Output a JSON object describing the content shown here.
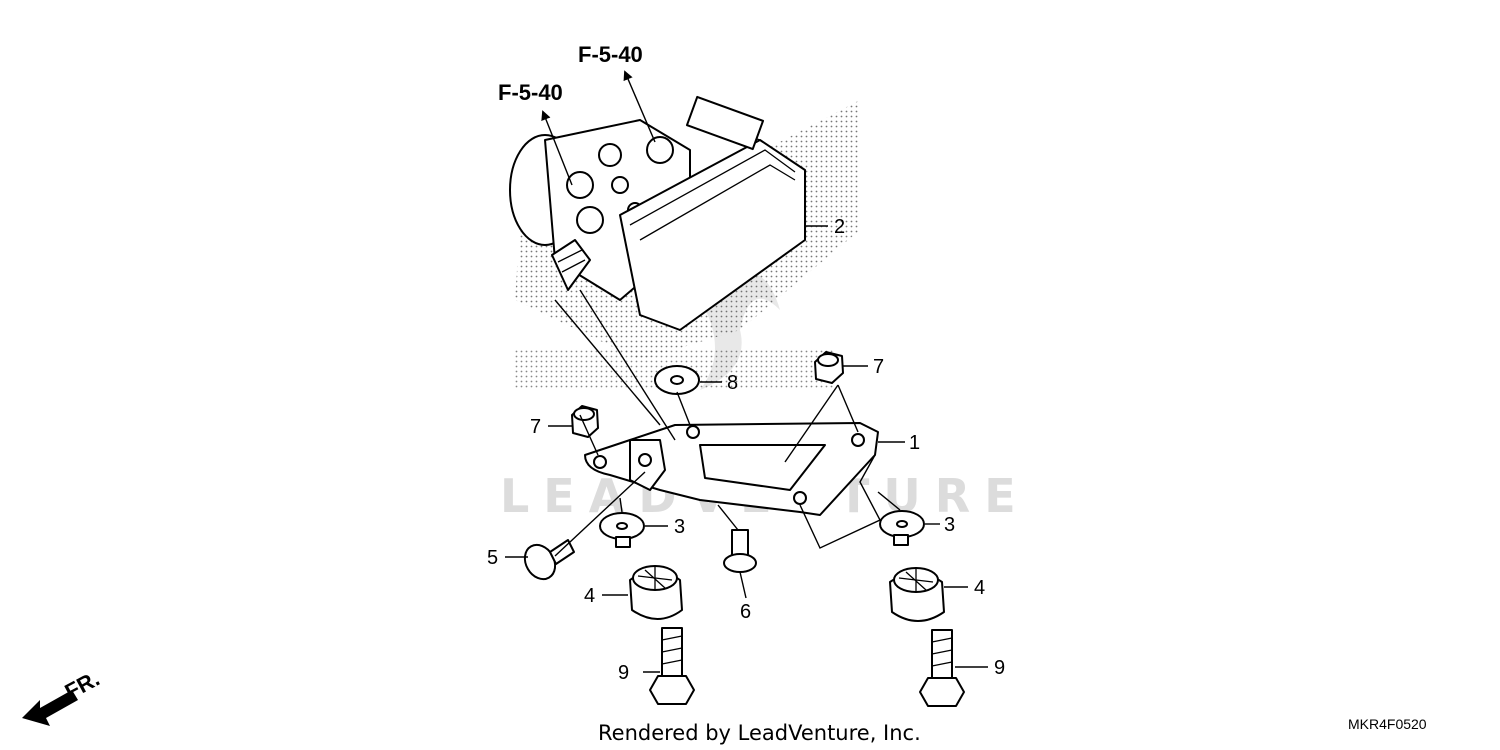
{
  "diagram": {
    "callouts": [
      {
        "id": "f540-a",
        "text": "F-5-40"
      },
      {
        "id": "f540-b",
        "text": "F-5-40"
      },
      {
        "id": "p1",
        "text": "1"
      },
      {
        "id": "p2",
        "text": "2"
      },
      {
        "id": "p3a",
        "text": "3"
      },
      {
        "id": "p3b",
        "text": "3"
      },
      {
        "id": "p4a",
        "text": "4"
      },
      {
        "id": "p4b",
        "text": "4"
      },
      {
        "id": "p5",
        "text": "5"
      },
      {
        "id": "p6",
        "text": "6"
      },
      {
        "id": "p7a",
        "text": "7"
      },
      {
        "id": "p7b",
        "text": "7"
      },
      {
        "id": "p8",
        "text": "8"
      },
      {
        "id": "p9a",
        "text": "9"
      },
      {
        "id": "p9b",
        "text": "9"
      }
    ],
    "front_indicator": "FR.",
    "watermark": "LEADVENTURE",
    "footer": "Rendered by LeadVenture, Inc.",
    "diagram_code": "MKR4F0520"
  }
}
